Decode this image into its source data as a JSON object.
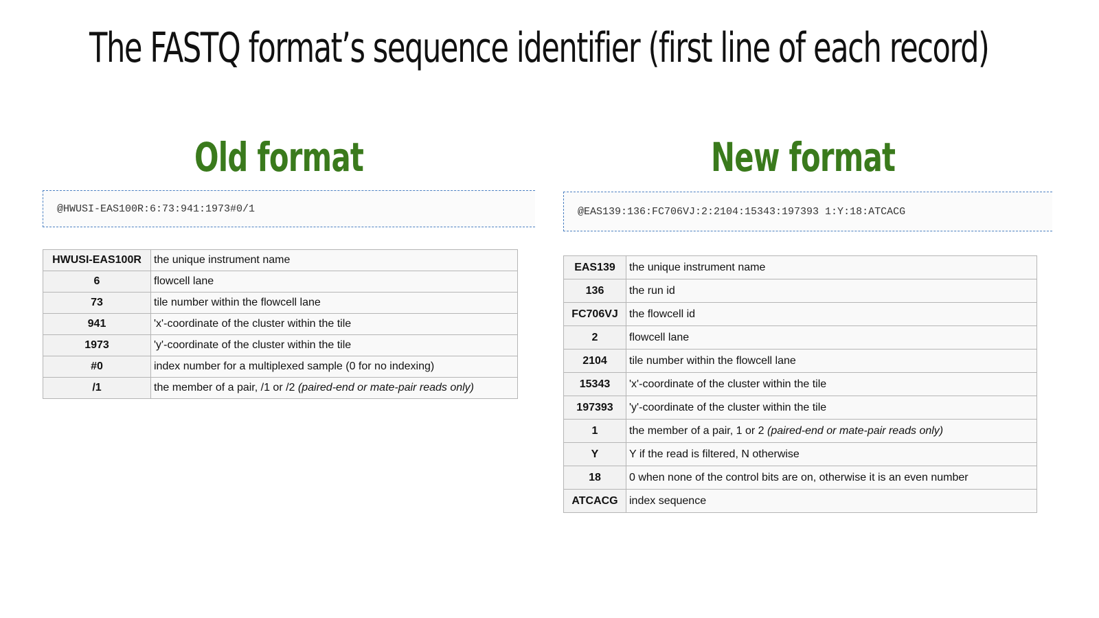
{
  "slide": {
    "title": "The FASTQ format’s sequence identifier (first line of each record)"
  },
  "old_format": {
    "heading": "Old format",
    "example": "@HWUSI-EAS100R:6:73:941:1973#0/1",
    "rows": [
      {
        "key": "HWUSI-EAS100R",
        "desc": "the unique instrument name",
        "note": ""
      },
      {
        "key": "6",
        "desc": "flowcell lane",
        "note": ""
      },
      {
        "key": "73",
        "desc": "tile number within the flowcell lane",
        "note": ""
      },
      {
        "key": "941",
        "desc": "'x'-coordinate of the cluster within the tile",
        "note": ""
      },
      {
        "key": "1973",
        "desc": "'y'-coordinate of the cluster within the tile",
        "note": ""
      },
      {
        "key": "#0",
        "desc": "index number for a multiplexed sample (0 for no indexing)",
        "note": ""
      },
      {
        "key": "/1",
        "desc": "the member of a pair, /1 or /2 ",
        "note": "(paired-end or mate-pair reads only)"
      }
    ]
  },
  "new_format": {
    "heading": "New format",
    "example": "@EAS139:136:FC706VJ:2:2104:15343:197393 1:Y:18:ATCACG",
    "rows": [
      {
        "key": "EAS139",
        "desc": "the unique instrument name",
        "note": ""
      },
      {
        "key": "136",
        "desc": "the run id",
        "note": ""
      },
      {
        "key": "FC706VJ",
        "desc": "the flowcell id",
        "note": ""
      },
      {
        "key": "2",
        "desc": "flowcell lane",
        "note": ""
      },
      {
        "key": "2104",
        "desc": "tile number within the flowcell lane",
        "note": ""
      },
      {
        "key": "15343",
        "desc": "'x'-coordinate of the cluster within the tile",
        "note": ""
      },
      {
        "key": "197393",
        "desc": "'y'-coordinate of the cluster within the tile",
        "note": ""
      },
      {
        "key": "1",
        "desc": "the member of a pair, 1 or 2 ",
        "note": "(paired-end or mate-pair reads only)"
      },
      {
        "key": "Y",
        "desc": "Y if the read is filtered, N otherwise",
        "note": ""
      },
      {
        "key": "18",
        "desc": "0 when none of the control bits are on, otherwise it is an even number",
        "note": ""
      },
      {
        "key": "ATCACG",
        "desc": "index sequence",
        "note": ""
      }
    ]
  }
}
